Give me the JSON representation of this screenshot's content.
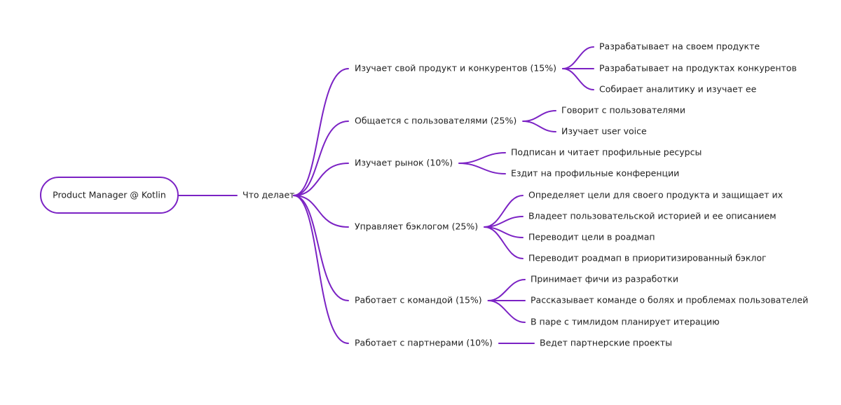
{
  "colors": {
    "accent": "#7b22c4",
    "text": "#1f1f1f",
    "background": "#ffffff"
  },
  "root": {
    "label": "Product Manager @ Kotlin"
  },
  "hub": {
    "label": "Что делает"
  },
  "branches": [
    {
      "label": "Изучает свой продукт и конкурентов (15%)",
      "leaves": [
        "Разрабатывает на своем продукте",
        "Разрабатывает на продуктах конкурентов",
        "Собирает аналитику и изучает ее"
      ]
    },
    {
      "label": "Общается с пользователями (25%)",
      "leaves": [
        "Говорит с пользователями",
        "Изучает user voice"
      ]
    },
    {
      "label": "Изучает рынок (10%)",
      "leaves": [
        "Подписан и читает профильные ресурсы",
        "Ездит на профильные конференции"
      ]
    },
    {
      "label": "Управляет бэклогом (25%)",
      "leaves": [
        "Определяет цели для своего продукта и защищает их",
        "Владеет пользовательской историей и ее описанием",
        "Переводит цели в роадмап",
        "Переводит роадмап в приоритизированный бэклог"
      ]
    },
    {
      "label": "Работает с командой (15%)",
      "leaves": [
        "Принимает фичи из разработки",
        "Рассказывает команде о болях и проблемах пользователей",
        "В паре с тимлидом планирует итерацию"
      ]
    },
    {
      "label": "Работает с партнерами (10%)",
      "leaves": [
        "Ведет партнерские проекты"
      ]
    }
  ]
}
